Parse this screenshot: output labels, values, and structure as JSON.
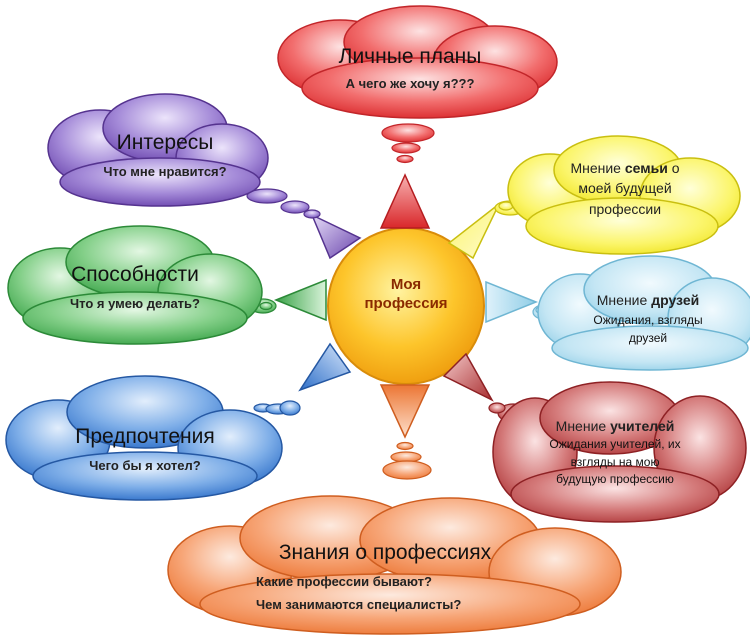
{
  "center": {
    "line1": "Моя",
    "line2": "профессия"
  },
  "colors": {
    "red": "#e53b3b",
    "yellow": "#f4ee21",
    "blue_light": "#a8d9ee",
    "maroon": "#b43a3a",
    "orange": "#f28c4f",
    "blue": "#3f82d6",
    "green": "#4fb35b",
    "purple": "#7452b5",
    "sun": "#f8b21c"
  },
  "clouds": {
    "plans": {
      "title": "Личные планы",
      "subtitle": "А чего же хочу я???"
    },
    "interests": {
      "title": "Интересы",
      "subtitle": "Что мне нравится?"
    },
    "abilities": {
      "title": "Способности",
      "subtitle": "Что я умею делать?"
    },
    "preferences": {
      "title": "Предпочтения",
      "subtitle": "Чего бы я хотел?"
    },
    "family": {
      "pre": "Мнение ",
      "bold": "семьи",
      "post": " о",
      "line2": "моей будущей",
      "line3": "профессии"
    },
    "friends": {
      "pre": "Мнение ",
      "bold": "друзей",
      "line2": "Ожидания, взгляды",
      "line3": "друзей"
    },
    "teachers": {
      "pre": "Мнение ",
      "bold": "учителей",
      "line2": "Ожидания учителей, их",
      "line3": "взгляды на мою",
      "line4": "будущую профессию"
    },
    "knowledge": {
      "title": "Знания о профессиях",
      "line1": "Какие профессии бывают?",
      "line2": "Чем занимаются специалисты?"
    }
  }
}
